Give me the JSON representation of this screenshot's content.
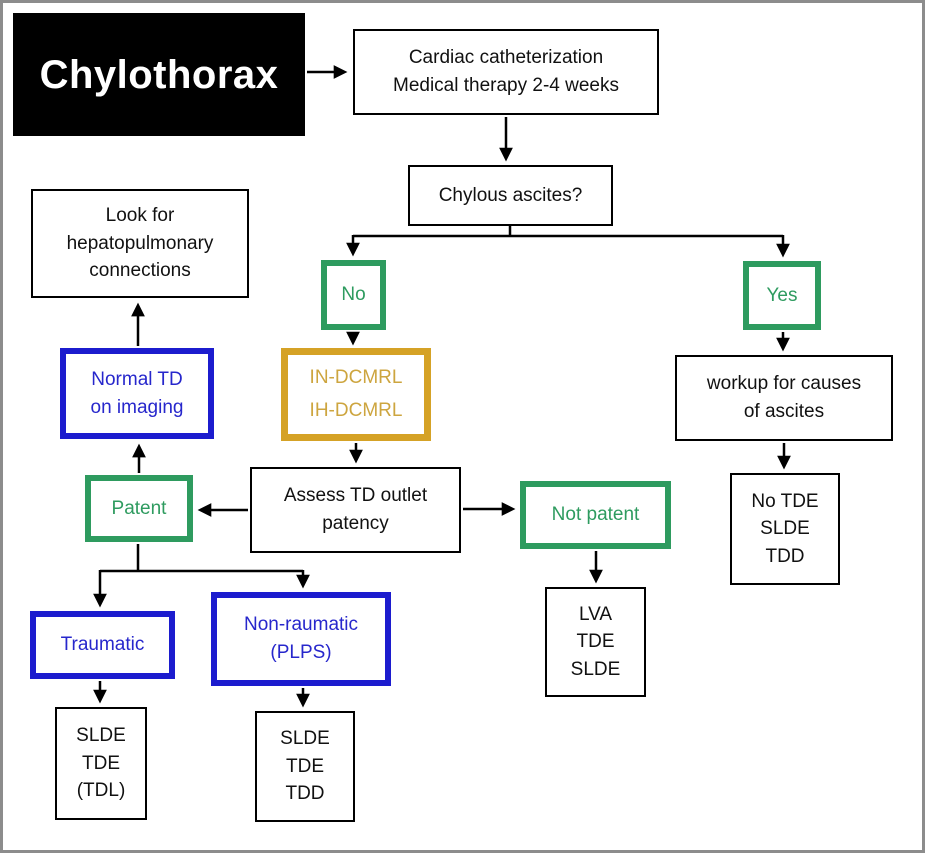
{
  "frame": {
    "border_color": "#8c8c8c",
    "background": "#ffffff"
  },
  "diagram": {
    "title": "Chylothorax",
    "colors": {
      "green": "#2E9B5F",
      "blue": "#1C1CCE",
      "gold": "#D5A226",
      "black": "#000000"
    },
    "nodes": {
      "cardiac": {
        "lines": [
          "Cardiac catheterization",
          "Medical therapy 2-4 weeks"
        ]
      },
      "chylous_ascites": {
        "label": "Chylous ascites?"
      },
      "no": {
        "label": "No"
      },
      "yes": {
        "label": "Yes"
      },
      "dcmrl": {
        "lines": [
          "IN-DCMRL",
          "IH-DCMRL"
        ]
      },
      "look_for": {
        "lines": [
          "Look for",
          "hepatopulmonary",
          "connections"
        ]
      },
      "normal_td": {
        "lines": [
          "Normal TD",
          "on imaging"
        ]
      },
      "patent": {
        "label": "Patent"
      },
      "assess": {
        "lines": [
          "Assess TD outlet",
          "patency"
        ]
      },
      "not_patent": {
        "label": "Not patent"
      },
      "workup": {
        "lines": [
          "workup for causes",
          "of ascites"
        ]
      },
      "no_tde": {
        "lines": [
          "No TDE",
          "SLDE",
          "TDD"
        ]
      },
      "lva": {
        "lines": [
          "LVA",
          "TDE",
          "SLDE"
        ]
      },
      "traumatic": {
        "label": "Traumatic"
      },
      "non_traumatic": {
        "lines": [
          "Non-raumatic",
          "(PLPS)"
        ]
      },
      "slde_tdl": {
        "lines": [
          "SLDE",
          "TDE",
          "(TDL)"
        ]
      },
      "slde_tdd": {
        "lines": [
          "SLDE",
          "TDE",
          "TDD"
        ]
      }
    }
  }
}
